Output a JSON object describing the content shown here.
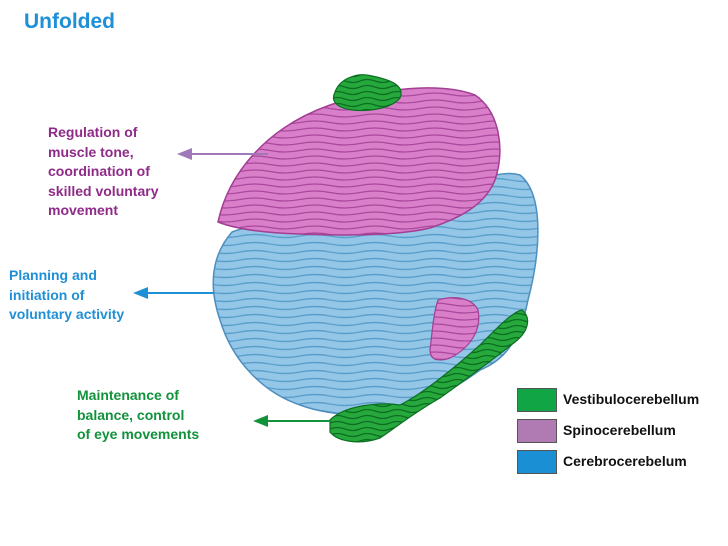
{
  "title": "Unfolded",
  "labels": {
    "spinocerebellum_function": "Regulation of\nmuscle tone,\ncoordination of\nskilled voluntary\nmovement",
    "cerebrocerebellum_function": "Planning and\ninitiation of\nvoluntary activity",
    "vestibulocerebellum_function": "Maintenance of\nbalance, control\nof eye movements"
  },
  "legend": [
    {
      "label": "Vestibulocerebellum",
      "color": "#12a545"
    },
    {
      "label": "Spinocerebellum",
      "color": "#b07ab3"
    },
    {
      "label": "Cerebrocerebelum",
      "color": "#1b8fd4"
    }
  ],
  "colors": {
    "title": "#1f8fd6",
    "spino_text": "#8f2a88",
    "cerebro_text": "#1f8fd6",
    "vestib_text": "#11923b",
    "spino_region": "#d874c6",
    "cerebro_region": "#8fc4e6",
    "vestib_region": "#1f9a35",
    "arrow_spino": "#a07ab8",
    "arrow_cerebro": "#1f8fd6",
    "arrow_vestib": "#11923b"
  }
}
